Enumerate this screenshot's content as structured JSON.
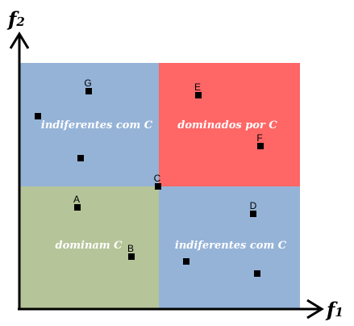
{
  "axes": {
    "x_label": "f",
    "x_subscript": "1",
    "y_label": "f",
    "y_subscript": "2"
  },
  "regions": {
    "top_left": {
      "label": "indiferentes com C",
      "color": "#95b3d7"
    },
    "top_right": {
      "label": "dominados por C",
      "color": "#ff6666"
    },
    "bottom_left": {
      "label": "dominam C",
      "color": "#b6c499"
    },
    "bottom_right": {
      "label": "indiferentes com C",
      "color": "#95b3d7"
    }
  },
  "points": [
    {
      "label": "G"
    },
    {
      "label": ""
    },
    {
      "label": ""
    },
    {
      "label": "E"
    },
    {
      "label": "F"
    },
    {
      "label": "C"
    },
    {
      "label": "A"
    },
    {
      "label": "D"
    },
    {
      "label": "B"
    },
    {
      "label": ""
    },
    {
      "label": ""
    }
  ]
}
